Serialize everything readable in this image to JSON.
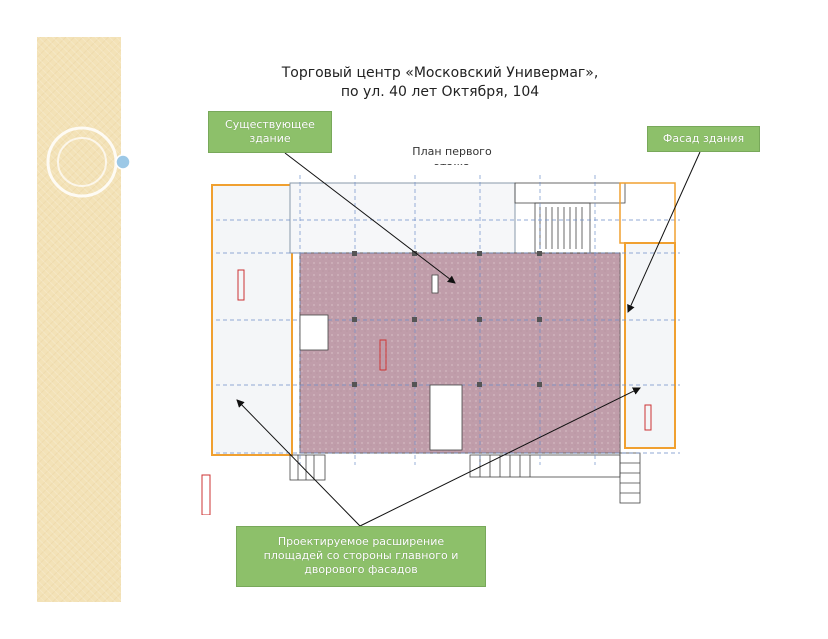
{
  "slide": {
    "title_line1": "Торговый центр «Московский Универмаг»,",
    "title_line2": "по ул. 40 лет Октября, 104",
    "plan_label_line1": "План первого",
    "plan_label_line2": "этажа"
  },
  "callouts": {
    "existing_line1": "Существующее",
    "existing_line2": "здание",
    "facade": "Фасад здания",
    "projected_line1": "Проектируемое расширение",
    "projected_line2": "площадей со стороны главного и",
    "projected_line3": "дворового фасадов"
  },
  "colors": {
    "callout_green": "#8dc06a",
    "strip_beige": "#f3e2b7",
    "existing_fill": "#c9a9b3",
    "orange_outline": "#f0a030",
    "grid_blue": "#6f8fc9"
  }
}
